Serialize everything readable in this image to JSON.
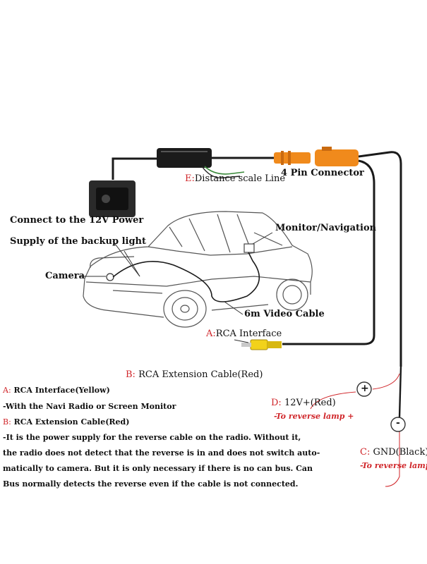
{
  "labels": {
    "distance_letter": "E:",
    "distance": "Distance scale Line",
    "connector": "4 Pin Connector",
    "power_line1": "Connect to the 12V Power",
    "power_line2": "Supply of the backup light",
    "monitor": "Monitor/Navigation",
    "camera": "Camera",
    "video_cable": "6m Video Cable",
    "rca_letter": "A:",
    "rca": "RCA Interface",
    "rca_ext_letter": "B:",
    "rca_ext": "RCA Extension Cable(Red)",
    "v12_letter": "D:",
    "v12": "12V+(Red)",
    "v12_note": "-To reverse lamp +",
    "gnd_letter": "C:",
    "gnd": "GND(Black)",
    "gnd_note": "-To reverse lamp-",
    "plus_symbol": "+",
    "minus_symbol": "-"
  },
  "descriptions": {
    "a_tag": "A:",
    "a_title": "RCA Interface(Yellow)",
    "a_text": "-With the Navi Radio or Screen Monitor",
    "b_tag": "B:",
    "b_title": "RCA Extension Cable(Red)",
    "b_line1": "-It is the power supply for the reverse cable on the radio. Without it,",
    "b_line2": "the radio does not detect that the reverse is in and does not switch auto-",
    "b_line3": "matically to camera. But it is only necessary if there is no can bus. Can",
    "b_line4": "Bus normally detects the reverse even if the cable is not connected."
  },
  "colors": {
    "cable": "#1a1a1a",
    "accent_red": "#d0262a",
    "connector_orange": "#f08a1c",
    "rca_yellow": "#f2d21a",
    "wire_green": "#3a8a3a"
  }
}
